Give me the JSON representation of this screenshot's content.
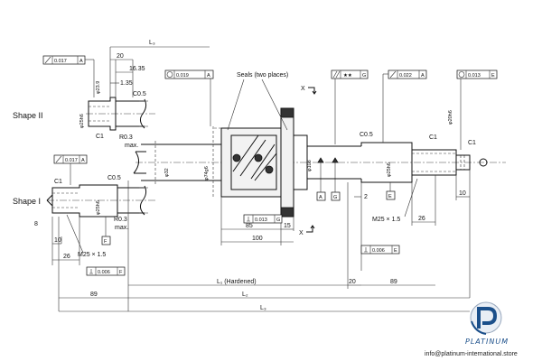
{
  "views": {
    "shape_ii": "Shape II",
    "shape_i": "Shape I"
  },
  "notes": {
    "seals": "Seals (two places)",
    "hardened": "L₁ (Hardened)"
  },
  "dimensions": {
    "L3_top": "L₃",
    "d20": "20",
    "d16_35": "16.35",
    "d1_35": "1.35",
    "c0_5_a": "C0.5",
    "c0_5_b": "C0.5",
    "c0_5_c": "C0.5",
    "c1_a": "C1",
    "c1_b": "C1",
    "c1_c": "C1",
    "c1_d": "C1",
    "r03_a": "R0.3",
    "r03_b": "R0.3",
    "max_a": "max.",
    "max_b": "max.",
    "phi23_9": "φ23.9",
    "phi25h6_a": "φ25h6",
    "phi25h6_b": "φ25h6",
    "phi25h6_c": "φ25h6",
    "phi20h6": "φ20h6",
    "phi32": "φ32",
    "phi74g6": "φ74g6",
    "phi108": "φ108",
    "d85": "85",
    "d15": "15",
    "d100": "100",
    "d2": "2",
    "d26_a": "26",
    "d26_b": "26",
    "d10_a": "10",
    "d10_b": "10",
    "d8": "8",
    "m25": "M25 × 1.5",
    "m25_b": "M25 × 1.5",
    "d20_b": "20",
    "d89_a": "89",
    "d89_b": "89",
    "L2": "L₂",
    "L3": "L₃",
    "x_a": "X",
    "x_b": "X"
  },
  "tolerances": {
    "t1": "0.017",
    "t1_ref": "A",
    "t2": "0.017",
    "t2_ref": "A",
    "t3": "0.019",
    "t3_ref": "A",
    "t4_sym": "★★",
    "t4_ref": "G",
    "t5": "0.022",
    "t5_ref": "A",
    "t6": "0.013",
    "t6_ref": "E",
    "t7": "0.013",
    "t7_ref": "G",
    "t8": "0.006",
    "t8_ref": "F",
    "t9": "0.006",
    "t9_ref": "E"
  },
  "datums": {
    "A": "A",
    "G": "G",
    "E": "E",
    "F": "F"
  },
  "watermark": {
    "brand": "PLATINUM",
    "email": "info@platinum-international.store"
  }
}
